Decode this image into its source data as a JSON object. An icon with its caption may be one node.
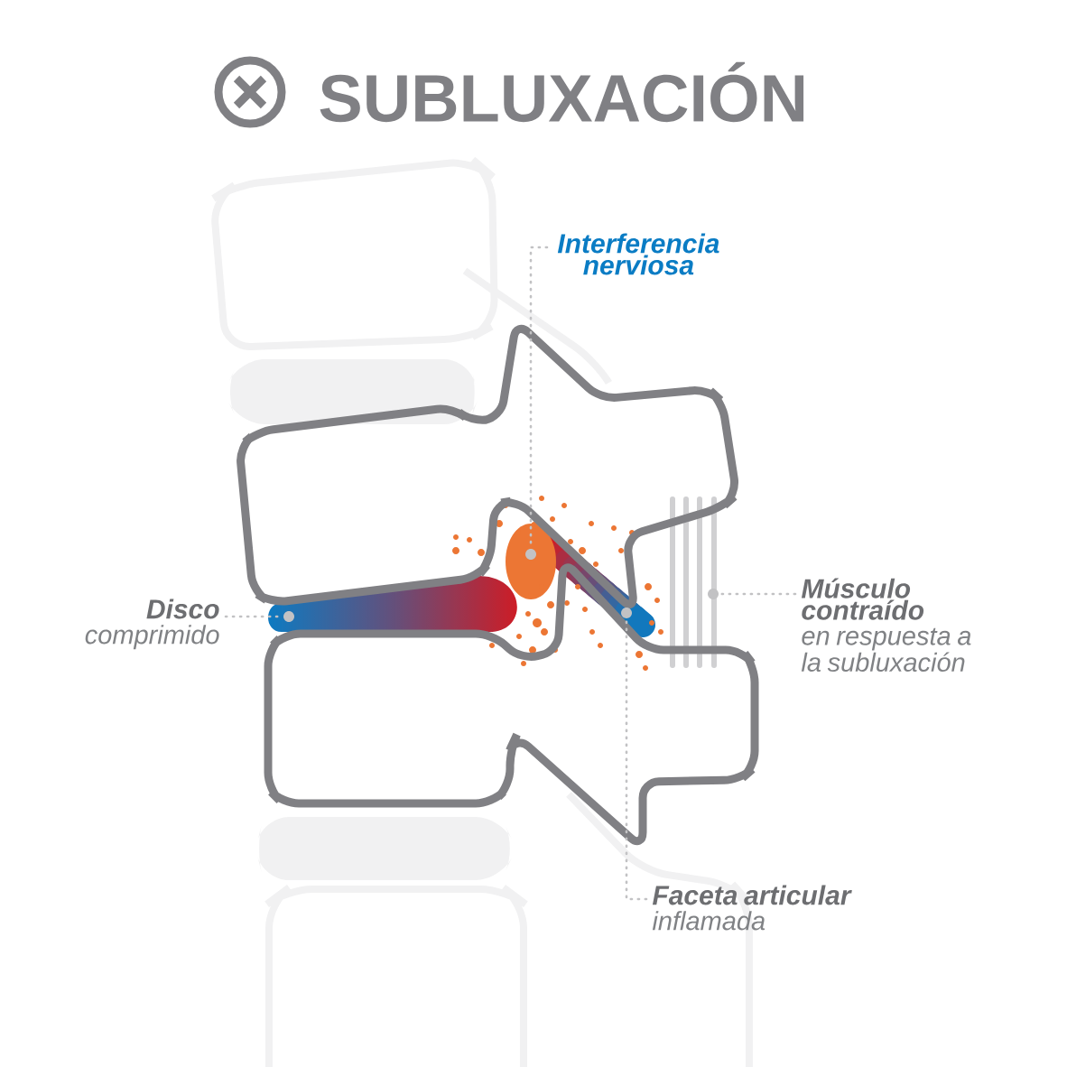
{
  "diagram": {
    "title": "SUBLUXACIÓN",
    "nodes": [
      {
        "text": [
          "Interferencia nerviosa"
        ]
      },
      {
        "text": [],
        "shape": "circle"
      },
      {
        "text": [
          "Disco",
          "comprimido"
        ]
      },
      {
        "text": [],
        "shape": "circle"
      },
      {
        "text": [
          "Músculo contraído",
          "en respuesta a la subluxación"
        ]
      },
      {
        "text": [],
        "shape": "circle"
      },
      {
        "text": [],
        "shape": "circle"
      },
      {
        "text": [
          "Faceta articular",
          "inflamada"
        ]
      }
    ],
    "edges": [
      {
        "from": 0,
        "to": 1,
        "arrow": "none"
      },
      {
        "from": 2,
        "to": 3,
        "arrow": "none"
      },
      {
        "from": 4,
        "to": 5,
        "arrow": "none"
      },
      {
        "from": 7,
        "to": 6,
        "arrow": "none"
      }
    ]
  }
}
